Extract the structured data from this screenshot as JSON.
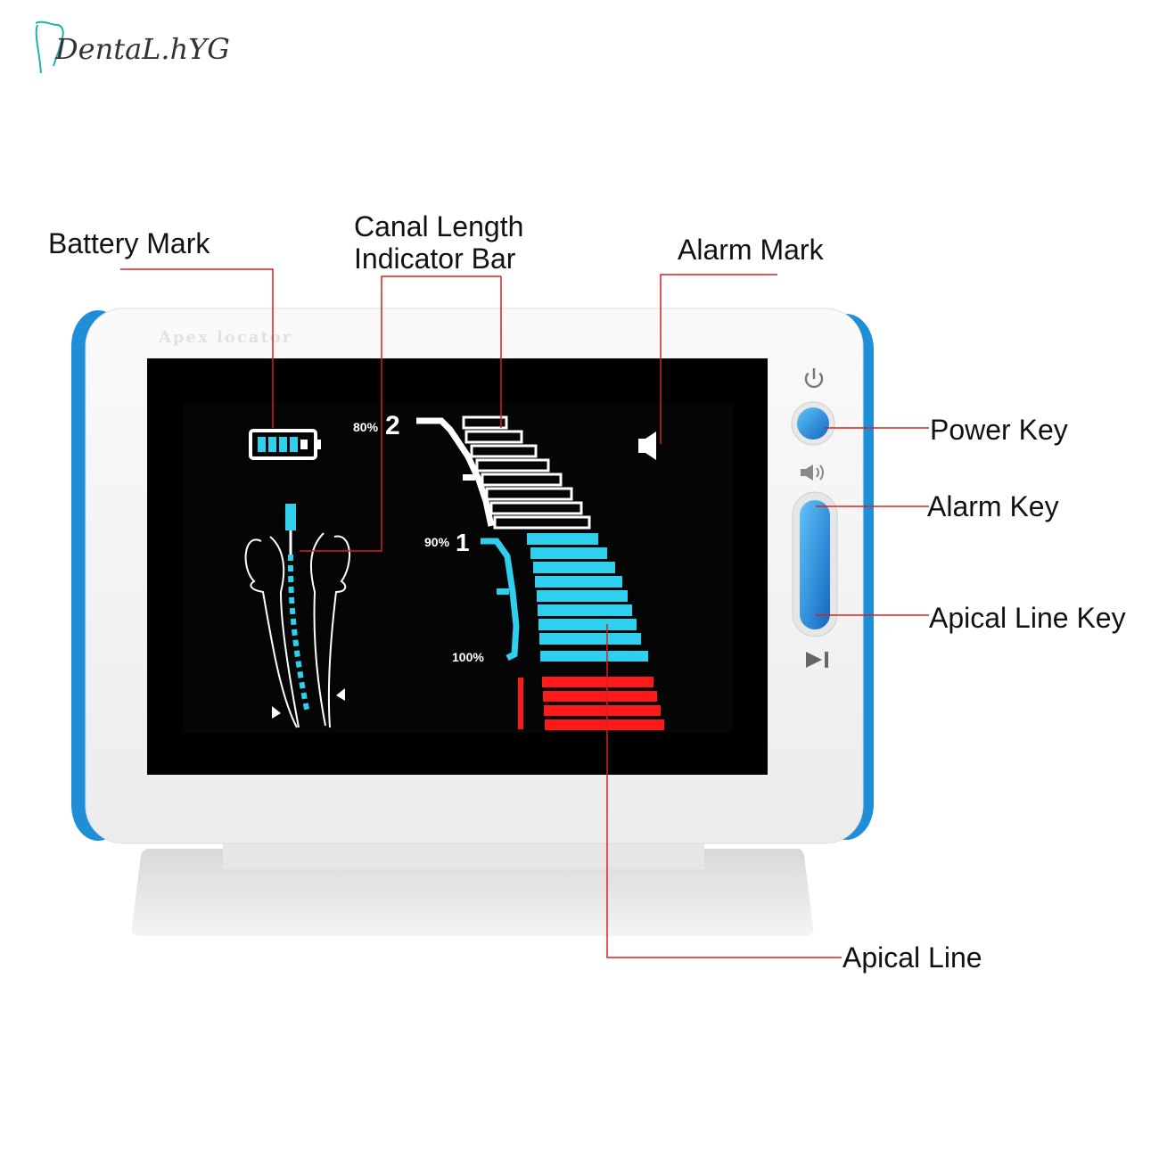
{
  "brand": {
    "logo_text": "DentaL.hYG"
  },
  "device": {
    "bezel_label": "Apex locator",
    "screen": {
      "zone_labels": {
        "mark_80": "80%",
        "mark_2": "2",
        "mark_90": "90%",
        "mark_1": "1",
        "mark_100": "100%"
      }
    }
  },
  "callouts": {
    "battery_mark": "Battery Mark",
    "canal_length_line1": "Canal Length",
    "canal_length_line2": "Indicator Bar",
    "alarm_mark": "Alarm Mark",
    "power_key": "Power Key",
    "alarm_key": "Alarm Key",
    "apical_line_key": "Apical Line Key",
    "apical_line": "Apical Line"
  },
  "colors": {
    "accent_blue": "#1a8fd8",
    "cyan_bars": "#2fd0ee",
    "red_bars": "#ff1a1a",
    "leader_line": "#d62020"
  },
  "icons": [
    "tooth-logo-icon",
    "battery-icon",
    "speaker-icon",
    "power-icon",
    "alarm-volume-icon",
    "play-pause-icon"
  ]
}
